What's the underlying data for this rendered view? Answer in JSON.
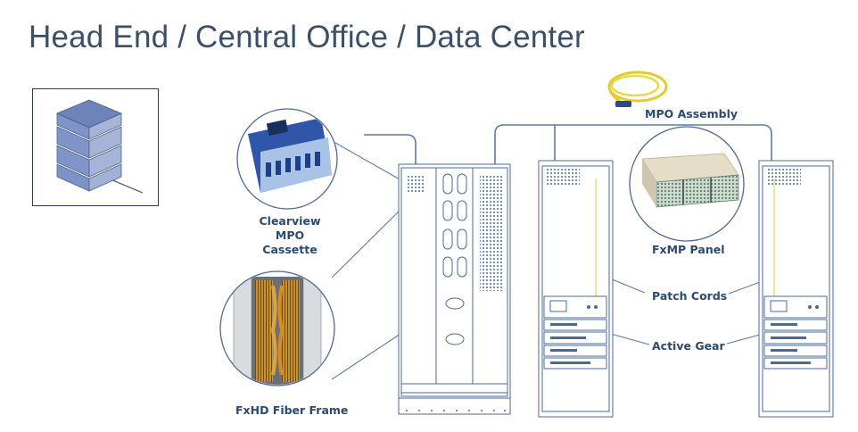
{
  "title": "Head End / Central Office / Data Center",
  "labels": {
    "mpo_assembly": "MPO Assembly",
    "clearview_line1": "Clearview",
    "clearview_line2": "MPO Cassette",
    "fxmp_panel": "FxMP Panel",
    "patch_cords": "Patch Cords",
    "active_gear": "Active Gear",
    "fxhd_frame": "FxHD Fiber Frame"
  },
  "colors": {
    "title": "#3b5068",
    "label": "#2a4a72",
    "line": "#5b7ca6",
    "cube_blue": "#7f95c9",
    "fiber_yellow": "#e8d23a"
  },
  "icons": [
    "server-stack-icon",
    "mpo-assembly-cable-icon",
    "mpo-cassette-icon",
    "fiber-frame-icon",
    "fxmp-panel-icon"
  ]
}
